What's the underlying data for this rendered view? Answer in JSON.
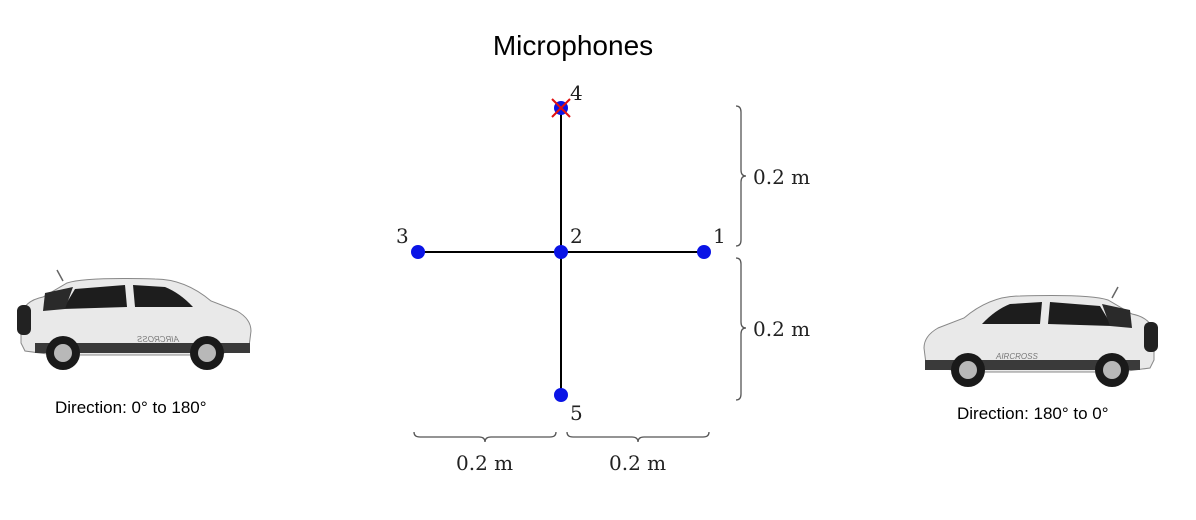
{
  "title": "Microphones",
  "microphones": [
    {
      "label": "1"
    },
    {
      "label": "2"
    },
    {
      "label": "3"
    },
    {
      "label": "4",
      "marked": true
    },
    {
      "label": "5"
    }
  ],
  "dimensions": {
    "top_vertical": "0.2 m",
    "bottom_vertical": "0.2 m",
    "left_horizontal": "0.2 m",
    "right_horizontal": "0.2 m"
  },
  "cars": {
    "left": {
      "badge": "AIRCROSS",
      "caption": "Direction: 0° to 180°"
    },
    "right": {
      "badge": "AIRCROSS",
      "caption": "Direction: 180° to 0°"
    }
  },
  "colors": {
    "mic": "#0a14e6",
    "marker": "#e01010",
    "line": "#000000",
    "brace": "#555555",
    "car_body": "#e9e9e9"
  }
}
